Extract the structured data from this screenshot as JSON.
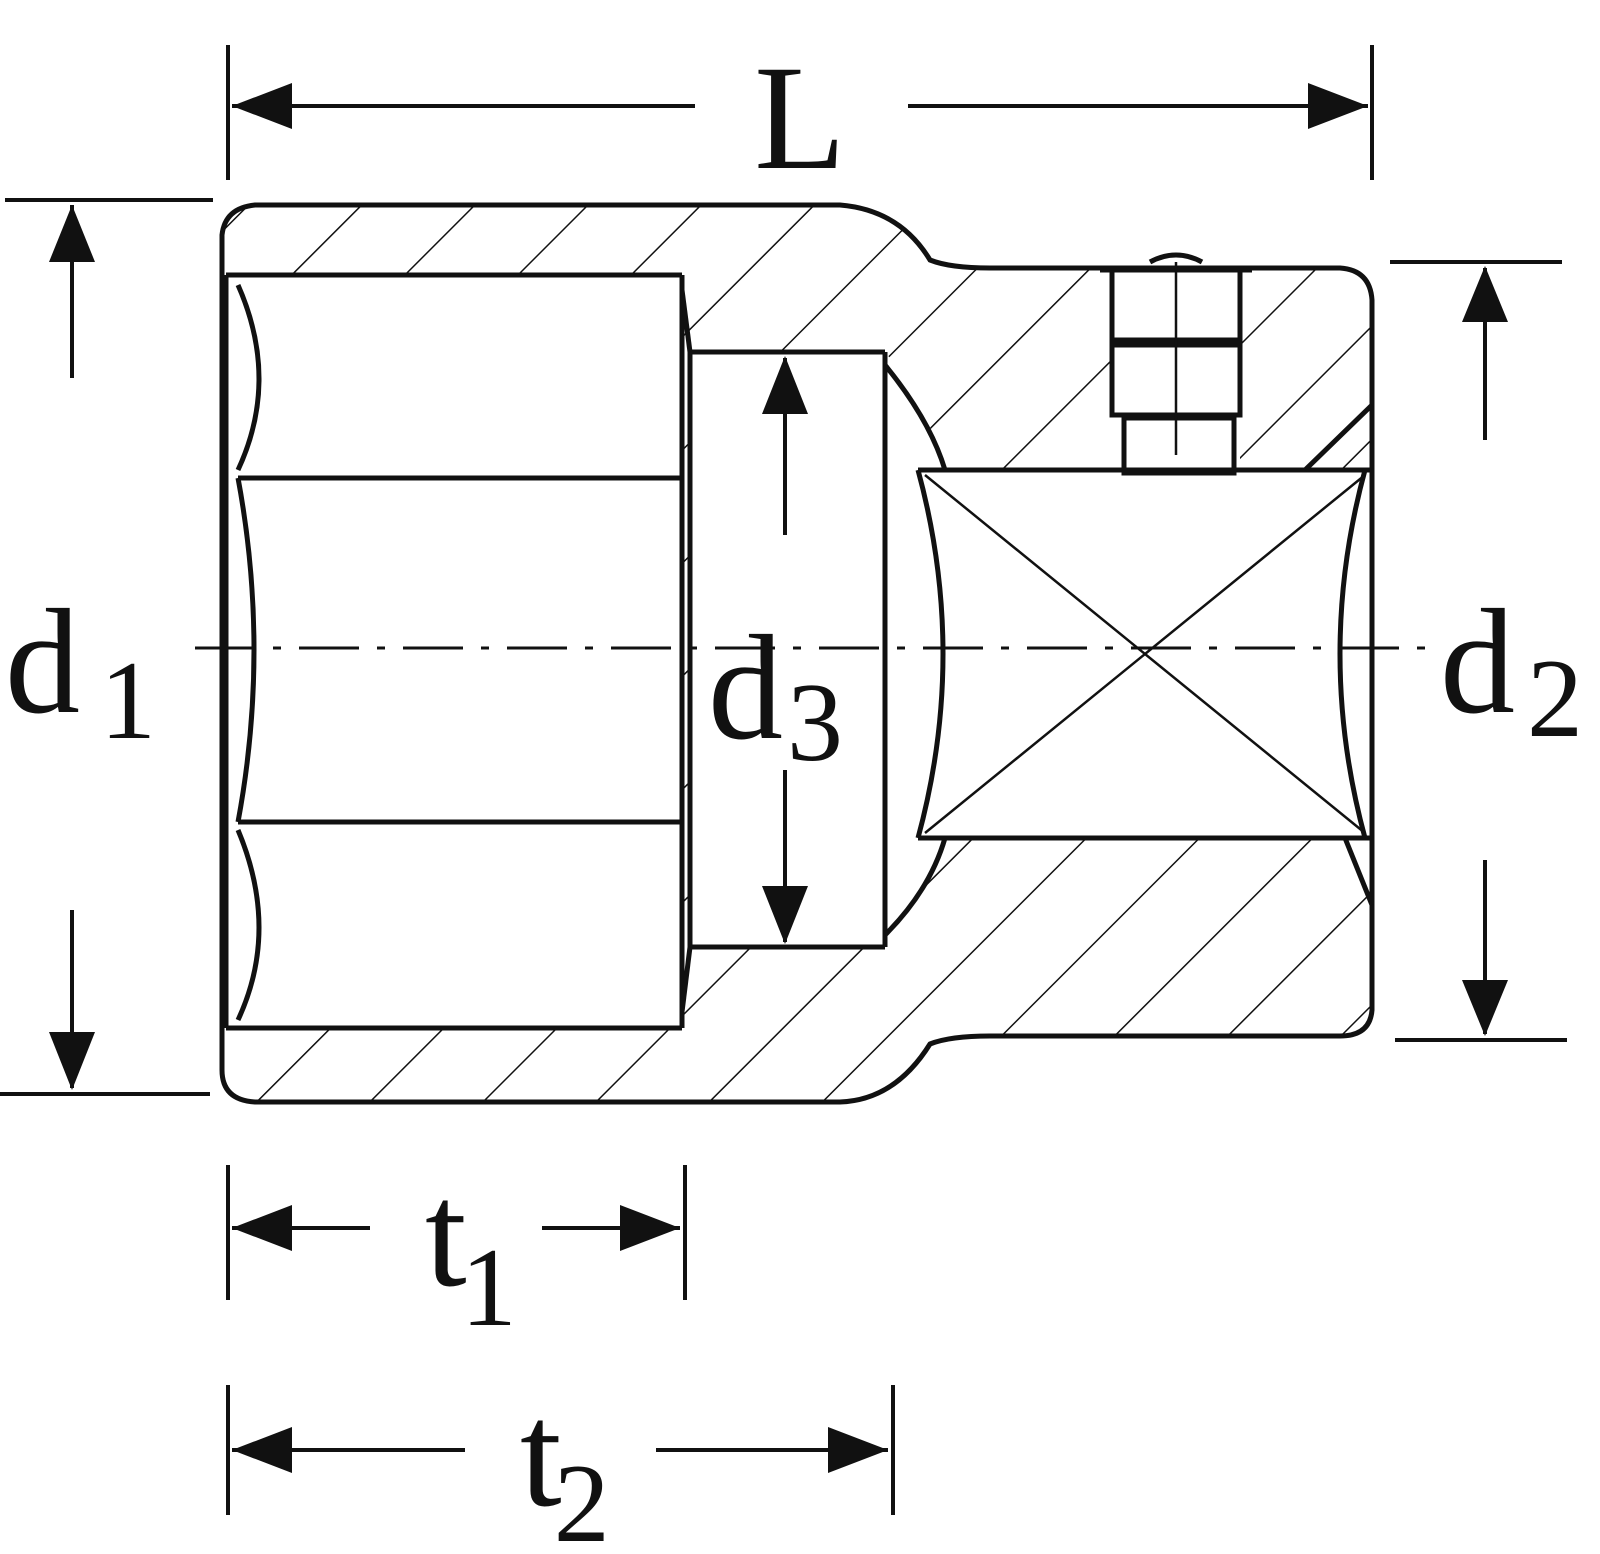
{
  "labels": {
    "L": "L",
    "d1": {
      "main": "d",
      "sub": "1"
    },
    "d2": {
      "main": "d",
      "sub": "2"
    },
    "d3": {
      "main": "d",
      "sub": "3"
    },
    "t1": {
      "main": "t",
      "sub": "1"
    },
    "t2": {
      "main": "t",
      "sub": "2"
    }
  },
  "colors": {
    "line": "#111111",
    "background": "#ffffff"
  }
}
